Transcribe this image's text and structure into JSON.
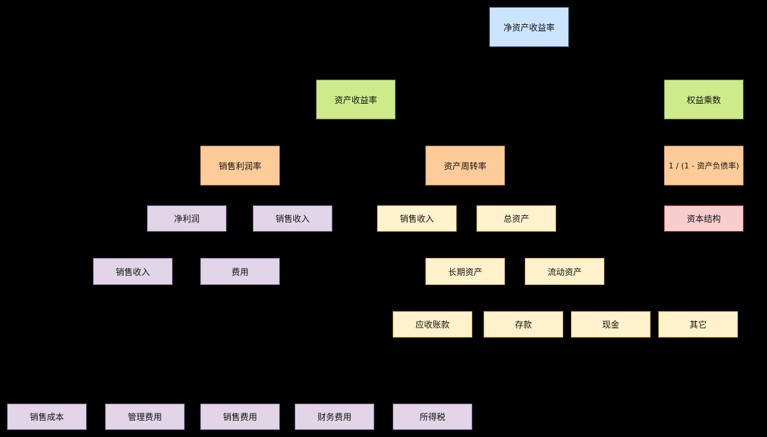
{
  "colors": {
    "background": "#000000",
    "blue": "#cce5ff",
    "green": "#cdeb8b",
    "orange": "#ffcc99",
    "purple": "#e1d5e7",
    "yellow": "#fff2cc",
    "red": "#f8cecc"
  },
  "nodes": {
    "roe": "净资产收益率",
    "roa": "资产收益率",
    "equity_multiplier": "权益乘数",
    "profit_margin": "销售利润率",
    "asset_turnover": "资产周转率",
    "inverse_debt_ratio": "1 / (1 - 资产负债率)",
    "net_profit": "净利润",
    "sales_revenue_a": "销售收入",
    "sales_revenue_b": "销售收入",
    "total_assets": "总资产",
    "capital_structure": "资本结构",
    "sales_revenue_c": "销售收入",
    "expenses": "费用",
    "long_term_assets": "长期资产",
    "current_assets": "流动资产",
    "receivables": "应收账款",
    "deposits": "存款",
    "cash": "现金",
    "other": "其它",
    "cost_of_sales": "销售成本",
    "admin_expenses": "管理费用",
    "selling_expenses": "销售费用",
    "financial_expenses": "财务费用",
    "income_tax": "所得税"
  }
}
